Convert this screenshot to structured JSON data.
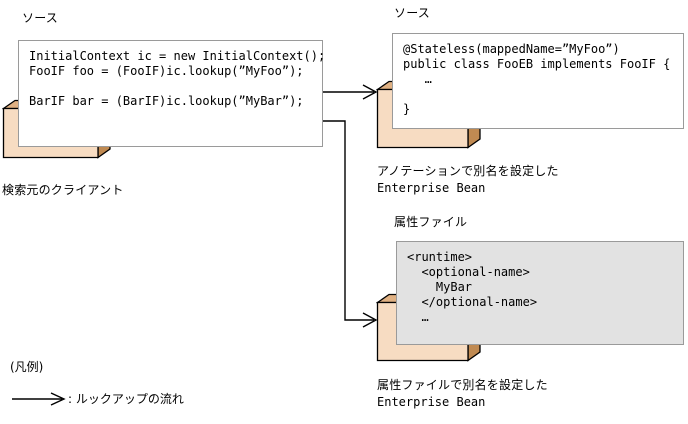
{
  "diagram": {
    "title_hidden": "",
    "colors": {
      "node_face": "#f7dcc2",
      "node_top_bevel": "#e0b183",
      "node_side_bevel": "#c08a52",
      "node_outline": "#000000",
      "codebox_border": "#9a9a9a",
      "codebox_bg": "#ffffff",
      "graybox_bg": "#e2e2e2",
      "connector": "#000000"
    }
  },
  "client": {
    "source_label": "ソース",
    "code": "InitialContext ic = new InitialContext();\nFooIF foo = (FooIF)ic.lookup(”MyFoo”);\n\nBarIF bar = (BarIF)ic.lookup(”MyBar”);",
    "node_caption": "検索元のクライアント"
  },
  "bean_annotation": {
    "source_label": "ソース",
    "code": "@Stateless(mappedName=”MyFoo”)\npublic class FooEB implements FooIF {\n   …\n\n}",
    "node_caption_line1": "アノテーションで別名を設定した",
    "node_caption_line2": "Enterprise Bean"
  },
  "bean_property": {
    "source_label": "属性ファイル",
    "code": "<runtime>\n  <optional-name>\n    MyBar\n  </optional-name>\n  …",
    "node_caption_line1": "属性ファイルで別名を設定した",
    "node_caption_line2": "Enterprise Bean"
  },
  "legend": {
    "title": "(凡例)",
    "arrow_label": ": ルックアップの流れ"
  }
}
